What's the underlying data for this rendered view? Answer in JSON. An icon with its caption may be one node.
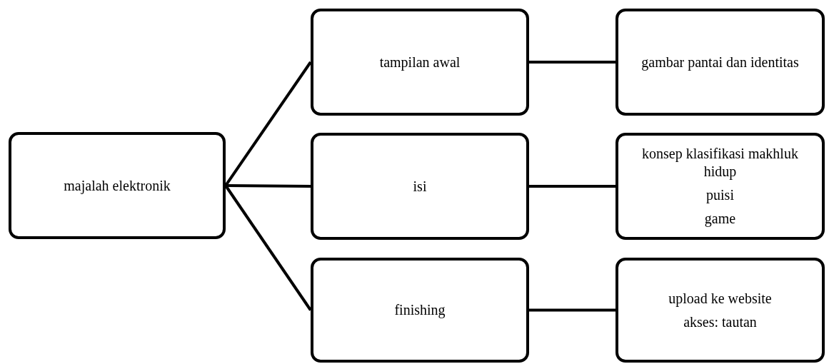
{
  "diagram": {
    "nodes": [
      {
        "text": [
          "majalah elektronik"
        ]
      },
      {
        "text": [
          "tampilan awal"
        ]
      },
      {
        "text": [
          "gambar pantai dan identitas"
        ]
      },
      {
        "text": [
          "isi"
        ]
      },
      {
        "text": [
          "konsep klasifikasi makhluk hidup",
          "puisi",
          "game"
        ]
      },
      {
        "text": [
          "finishing"
        ]
      },
      {
        "text": [
          "upload ke website",
          "akses: tautan"
        ]
      }
    ],
    "edges": [
      {
        "from": 0,
        "to": 1,
        "arrow": "none"
      },
      {
        "from": 0,
        "to": 3,
        "arrow": "none"
      },
      {
        "from": 0,
        "to": 5,
        "arrow": "none"
      },
      {
        "from": 1,
        "to": 2,
        "arrow": "none"
      },
      {
        "from": 3,
        "to": 4,
        "arrow": "none"
      },
      {
        "from": 5,
        "to": 6,
        "arrow": "none"
      }
    ]
  }
}
